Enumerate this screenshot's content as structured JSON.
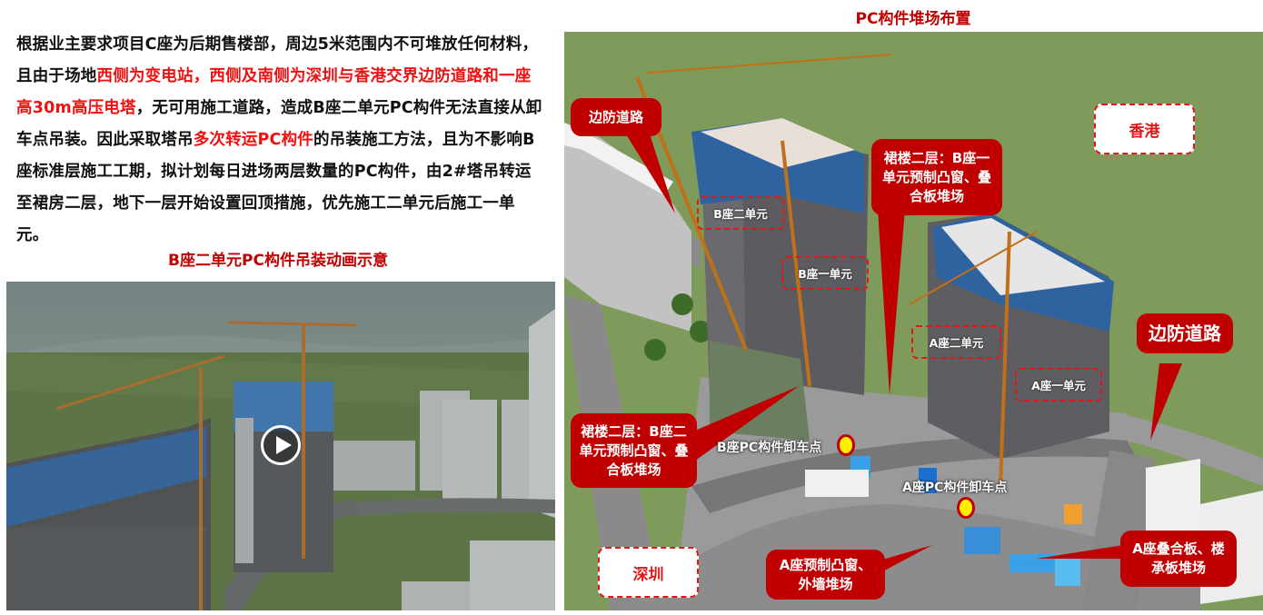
{
  "intro": {
    "segments": [
      {
        "text": "根据业主要求项目C座为后期售楼部，周边5米范围内不可堆放任何材料，且由于场地",
        "highlight": false
      },
      {
        "text": "西侧为变电站，西侧及南侧为深圳与香港交界边防道路和一座高30m高压电塔",
        "highlight": true
      },
      {
        "text": "，无可用施工道路，造成B座二单元PC构件无法直接从卸车点吊装。因此采取塔吊",
        "highlight": false
      },
      {
        "text": "多次转运PC构件",
        "highlight": true
      },
      {
        "text": "的吊装施工方法，且为不影响B座标准层施工工期，拟计划每日进场两层数量的PC构件，由2#塔吊转运至裙房二层，地下一层开始设置回顶措施，优先施工二单元后施工一单元。",
        "highlight": false
      }
    ],
    "highlight_color": "#ee1111"
  },
  "video": {
    "title": "B座二单元PC构件吊装动画示意",
    "play_icon": "play-icon"
  },
  "map": {
    "title": "PC构件堆场布置",
    "regions": {
      "hongkong": "香港",
      "shenzhen": "深圳"
    },
    "callouts": {
      "border_road_left": "边防道路",
      "border_road_right": "边防道路",
      "podium_b_unit1": "裙楼二层：B座一单元预制凸窗、叠合板堆场",
      "podium_b_unit2": "裙楼二层：B座二单元预制凸窗、叠合板堆场",
      "a_window_wall": "A座预制凸窗、外墙堆场",
      "a_slab": "A座叠合板、楼承板堆场"
    },
    "units": {
      "b2": "B座二单元",
      "b1": "B座一单元",
      "a2": "A座二单元",
      "a1": "A座一单元"
    },
    "unload_points": {
      "b": "B座PC构件卸车点",
      "a": "A座PC构件卸车点"
    },
    "colors": {
      "callout": "#c00000",
      "dashed_border": "#e01818",
      "unload_dot": "#ffee00"
    }
  }
}
